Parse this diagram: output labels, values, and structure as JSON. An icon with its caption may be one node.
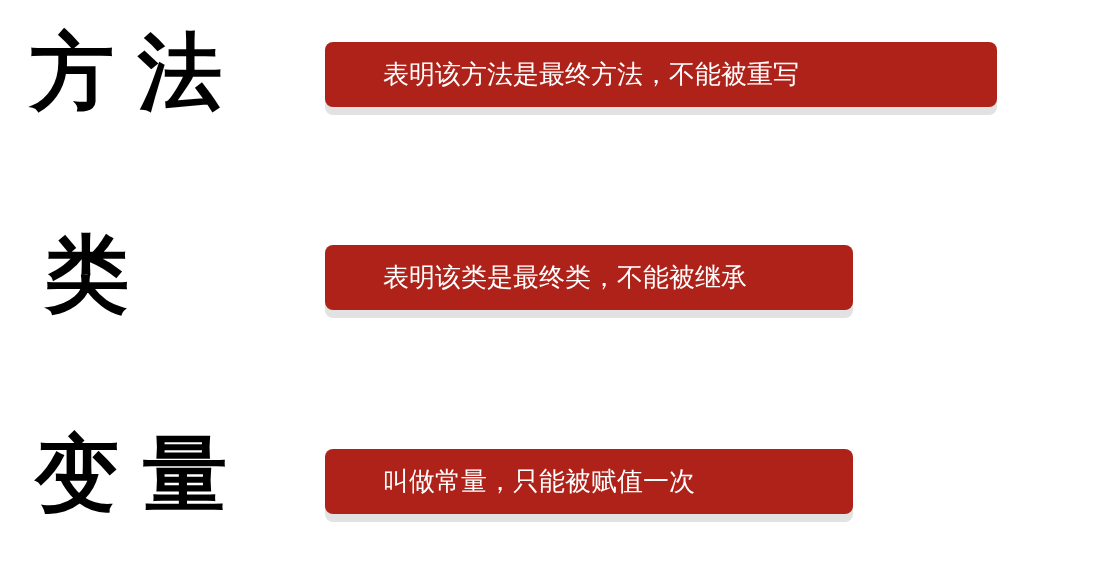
{
  "diagram": {
    "nodes": [
      {
        "text": [
          "表明该方法是最终方法，不能被重写"
        ],
        "beside": [
          "方法"
        ]
      },
      {
        "text": [
          "表明该类是最终类，不能被继承"
        ],
        "beside": [
          "类"
        ]
      },
      {
        "text": [
          "叫做常量，只能被赋值一次"
        ],
        "beside": [
          "变量"
        ]
      }
    ]
  }
}
